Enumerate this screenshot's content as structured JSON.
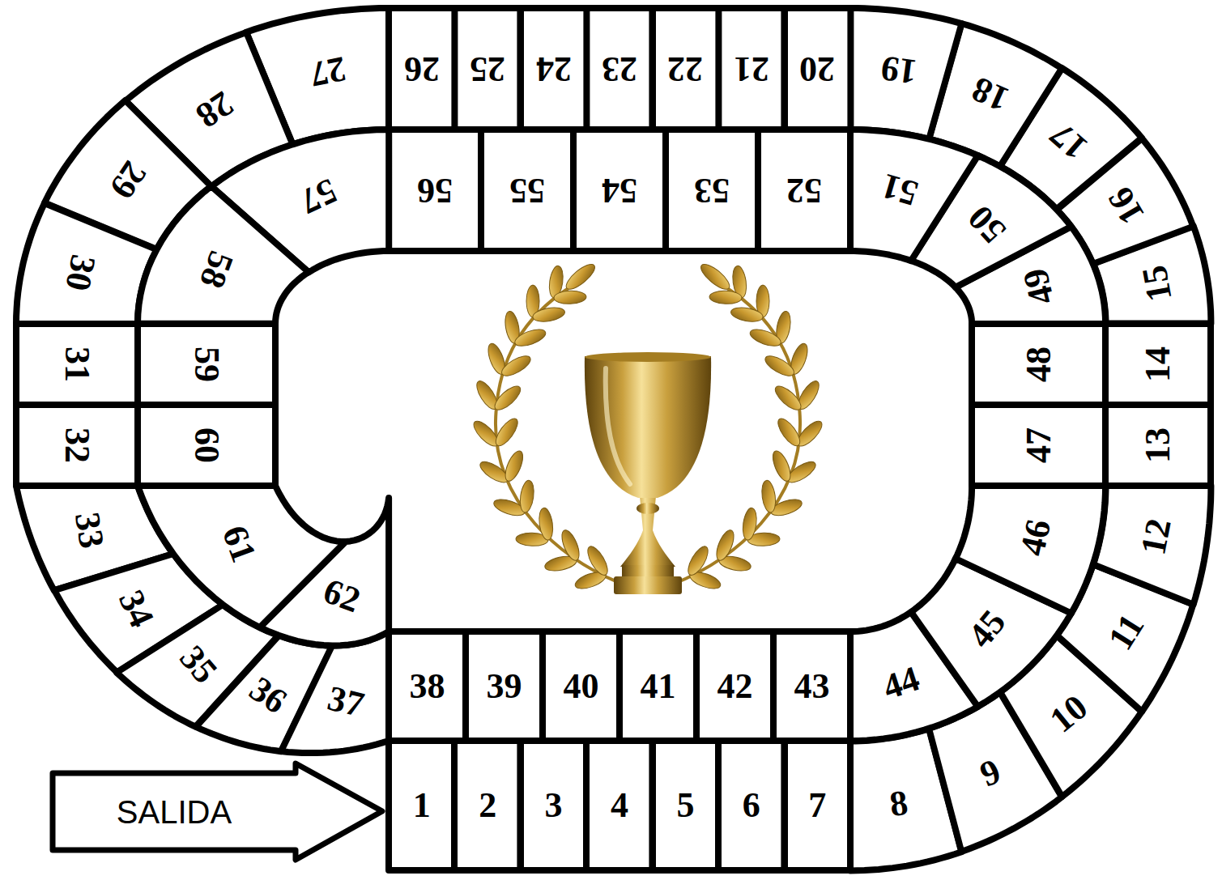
{
  "diagram": {
    "nodes": [
      {
        "text": [
          "SALIDA"
        ]
      },
      {
        "text": [
          "1"
        ]
      },
      {
        "text": [
          "2"
        ]
      },
      {
        "text": [
          "3"
        ]
      },
      {
        "text": [
          "4"
        ]
      },
      {
        "text": [
          "5"
        ]
      },
      {
        "text": [
          "6"
        ]
      },
      {
        "text": [
          "7"
        ]
      },
      {
        "text": [
          "8"
        ]
      },
      {
        "text": [
          "9"
        ]
      },
      {
        "text": [
          "10"
        ]
      },
      {
        "text": [
          "11"
        ]
      },
      {
        "text": [
          "12"
        ]
      },
      {
        "text": [
          "13"
        ]
      },
      {
        "text": [
          "14"
        ]
      },
      {
        "text": [
          "15"
        ]
      },
      {
        "text": [
          "16"
        ]
      },
      {
        "text": [
          "17"
        ]
      },
      {
        "text": [
          "18"
        ]
      },
      {
        "text": [
          "19"
        ]
      },
      {
        "text": [
          "20"
        ]
      },
      {
        "text": [
          "21"
        ]
      },
      {
        "text": [
          "22"
        ]
      },
      {
        "text": [
          "23"
        ]
      },
      {
        "text": [
          "24"
        ]
      },
      {
        "text": [
          "25"
        ]
      },
      {
        "text": [
          "26"
        ]
      },
      {
        "text": [
          "27"
        ]
      },
      {
        "text": [
          "28"
        ]
      },
      {
        "text": [
          "29"
        ]
      },
      {
        "text": [
          "30"
        ]
      },
      {
        "text": [
          "31"
        ]
      },
      {
        "text": [
          "32"
        ]
      },
      {
        "text": [
          "33"
        ]
      },
      {
        "text": [
          "34"
        ]
      },
      {
        "text": [
          "35"
        ]
      },
      {
        "text": [
          "36"
        ]
      },
      {
        "text": [
          "37"
        ]
      },
      {
        "text": [
          "38"
        ]
      },
      {
        "text": [
          "39"
        ]
      },
      {
        "text": [
          "40"
        ]
      },
      {
        "text": [
          "41"
        ]
      },
      {
        "text": [
          "42"
        ]
      },
      {
        "text": [
          "43"
        ]
      },
      {
        "text": [
          "44"
        ]
      },
      {
        "text": [
          "45"
        ]
      },
      {
        "text": [
          "46"
        ]
      },
      {
        "text": [
          "47"
        ]
      },
      {
        "text": [
          "48"
        ]
      },
      {
        "text": [
          "49"
        ]
      },
      {
        "text": [
          "50"
        ]
      },
      {
        "text": [
          "51"
        ]
      },
      {
        "text": [
          "52"
        ]
      },
      {
        "text": [
          "53"
        ]
      },
      {
        "text": [
          "54"
        ]
      },
      {
        "text": [
          "55"
        ]
      },
      {
        "text": [
          "56"
        ]
      },
      {
        "text": [
          "57"
        ]
      },
      {
        "text": [
          "58"
        ]
      },
      {
        "text": [
          "59"
        ]
      },
      {
        "text": [
          "60"
        ]
      },
      {
        "text": [
          "61"
        ]
      },
      {
        "text": [
          "62"
        ]
      }
    ]
  }
}
